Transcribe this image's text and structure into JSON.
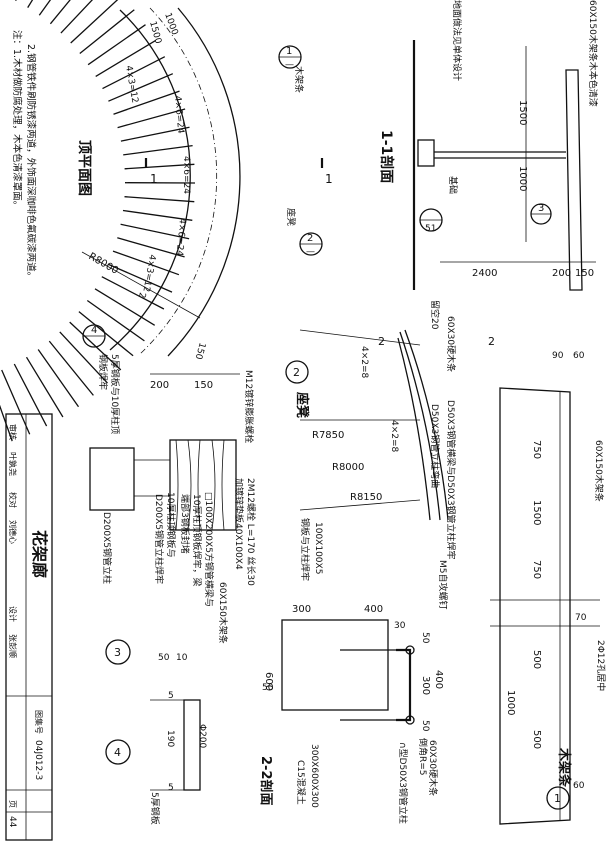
{
  "drawing": {
    "title": "花架廊",
    "atlas_no_label": "图集号",
    "atlas_no": "04J012-3",
    "page_label": "页",
    "page_no": "44",
    "roles": [
      "审核",
      "校对",
      "设计"
    ],
    "names": [
      "叶孰尧",
      "刘德心",
      "张彭顺"
    ]
  },
  "notes": {
    "line1": "注：1.木材做防腐处理，木本色清漆罩面。",
    "line2": "2.钢管铁件刷防锈漆两道，外饰面深咖啡色氟碳漆两道。"
  },
  "plan": {
    "title": "顶平面图",
    "cut_marks": [
      "1",
      "1"
    ],
    "dims": [
      "1000",
      "1500",
      "4×3=12",
      "4×6=24",
      "4×6=24",
      "4×6=24",
      "4×3=12",
      "2",
      "150"
    ],
    "radius": "R8000",
    "label_beam": "木架条",
    "label_seat": "座凳",
    "callout_1": "1",
    "callout_2": "2",
    "callout_sheet": "—"
  },
  "section11": {
    "title": "1-1剖面",
    "dims": [
      "1500",
      "1000",
      "2400",
      "200",
      "150"
    ],
    "label_top": "60X150木架条木本色清漆",
    "label_ground": "地面做法见单体设计",
    "label_base": "基础",
    "ref_3": "3",
    "ref_51": "51"
  },
  "seat": {
    "title": "座凳",
    "callout": "2",
    "labels": [
      "60X30硬木条",
      "留空20",
      "D50X3钢管横梁与D50X3钢管立柱焊牢",
      "D50X3钢管立柱弯曲"
    ],
    "dims": [
      "4×2=8",
      "4×2=8"
    ],
    "radii": [
      "R7850",
      "R8000",
      "R8150"
    ],
    "cut": [
      "2",
      "2"
    ]
  },
  "beam": {
    "title": "木架条",
    "callout": "1",
    "label_top": "60X150木架条",
    "hole": "2Φ12孔居中",
    "dims_left": [
      "750",
      "1500",
      "750"
    ],
    "dims_right": [
      "500",
      "1000",
      "500"
    ],
    "ends": [
      "90",
      "60",
      "70",
      "60"
    ]
  },
  "section22": {
    "title": "2-2剖面",
    "labels": [
      "M5自攻螺钉",
      "60X30硬木条",
      "倒角R=5",
      "∩型D50X3钢管立柱",
      "300X600X300",
      "C15混凝土",
      "100X100X5",
      "钢板与立柱焊牢"
    ],
    "dims": [
      "400",
      "300",
      "30",
      "50",
      "400",
      "300",
      "600",
      "50",
      "50"
    ]
  },
  "detail3": {
    "callout": "3",
    "labels": [
      "M12镀锌膨胀螺栓",
      "2M12螺栓 L=170 丝长30",
      "加镀锌垫板40X100X4",
      "60X150木架条",
      "□100X200X5方钢管横梁与",
      "10厚柱顶钢板焊牢，梁",
      "端部3钢板封堵",
      "10厚柱顶钢板与",
      "D200X5钢管立柱焊牢",
      "D200X5钢管立柱"
    ],
    "dims": [
      "200",
      "150"
    ]
  },
  "detail4": {
    "callout": "4",
    "labels": [
      "5厚钢板与10厚柱顶",
      "钢板焊牢",
      "5厚钢板",
      "Φ200"
    ],
    "dims": [
      "50",
      "10",
      "5",
      "190",
      "5"
    ]
  }
}
